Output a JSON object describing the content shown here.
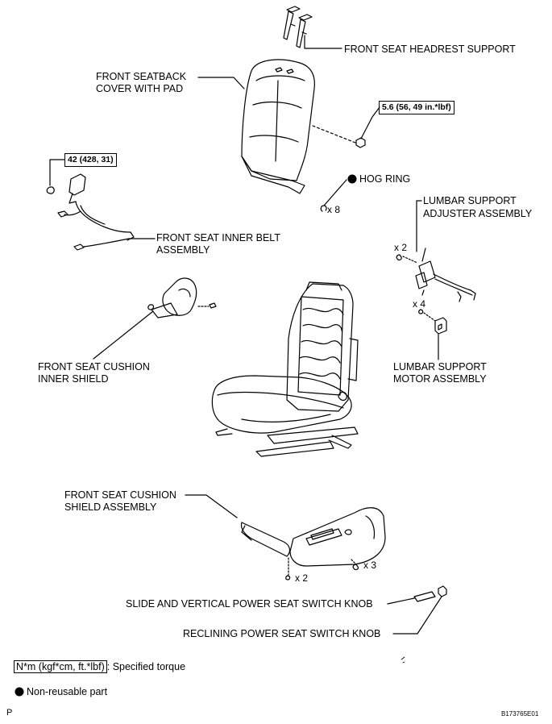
{
  "labels": {
    "headrest_support": "FRONT SEAT HEADREST SUPPORT",
    "seatback_cover_1": "FRONT SEATBACK",
    "seatback_cover_2": "COVER WITH PAD",
    "hog_ring": "HOG RING",
    "lumbar_adjuster_1": "LUMBAR SUPPORT",
    "lumbar_adjuster_2": "ADJUSTER ASSEMBLY",
    "inner_belt_1": "FRONT SEAT INNER BELT",
    "inner_belt_2": "ASSEMBLY",
    "cushion_inner_shield_1": "FRONT SEAT CUSHION",
    "cushion_inner_shield_2": "INNER SHIELD",
    "lumbar_motor_1": "LUMBAR SUPPORT",
    "lumbar_motor_2": "MOTOR ASSEMBLY",
    "cushion_shield_1": "FRONT SEAT CUSHION",
    "cushion_shield_2": "SHIELD ASSEMBLY",
    "slide_vertical_knob": "SLIDE AND VERTICAL POWER SEAT SWITCH KNOB",
    "reclining_knob": "RECLINING POWER SEAT SWITCH KNOB"
  },
  "torques": {
    "seatback_nut": "5.6 (56, 49 in.*lbf)",
    "belt_bolt": "42 (428, 31)"
  },
  "quantities": {
    "hog_ring": "x 8",
    "adjuster_screw": "x 2",
    "motor_screw": "x 4",
    "shield_screw_right": "x 3",
    "shield_screw_bottom": "x 2"
  },
  "legend": {
    "torque_box": "N*m (kgf*cm, ft.*lbf)",
    "torque_text": ": Specified torque",
    "nonreusable_text": "Non-reusable part"
  },
  "footer": {
    "page_code": "P",
    "figure_id": "B173765E01"
  }
}
